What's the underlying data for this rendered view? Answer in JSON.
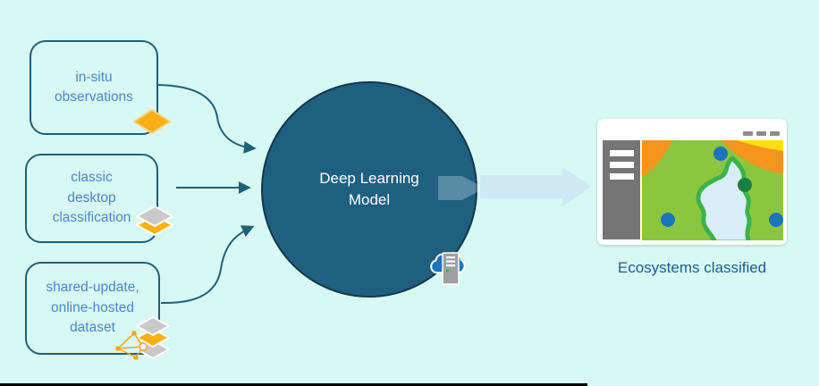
{
  "sources": [
    {
      "label": "in-situ\nobservations",
      "icon": "single-orange-diamond-icon"
    },
    {
      "label": "classic\ndesktop\nclassification",
      "icon": "layered-diamonds-icon"
    },
    {
      "label": "shared-update,\nonline-hosted\ndataset",
      "icon": "layered-diamonds-network-icon"
    }
  ],
  "model": {
    "label": "Deep Learning\nModel",
    "icon": "cloud-server-icon"
  },
  "output": {
    "caption": "Ecosystems classified",
    "window_dashes": 3,
    "sidebar_lines": 3
  },
  "colors": {
    "background": "#D7F8F3",
    "teal": "#1E6078",
    "box_text": "#4C86CA",
    "circle_fill": "#1F5F80",
    "circle_border": "#13384A",
    "circle_text": "#FFFFFF",
    "flow_arrow": "#CDE8F3",
    "caption_text": "#1E5B94",
    "diamond_orange": "#FFB112",
    "diamond_gray": "#C9C9C9",
    "map_green": "#8CC63F",
    "map_orange": "#F7941E",
    "map_yellow": "#FFDE17",
    "lake_fill": "#D9EDF8",
    "lake_border": "#3CB24B",
    "dot_blue": "#1B75BB",
    "dot_green": "#1A8040",
    "sidebar_gray": "#757575",
    "cloud_blue": "#1B75BC"
  }
}
